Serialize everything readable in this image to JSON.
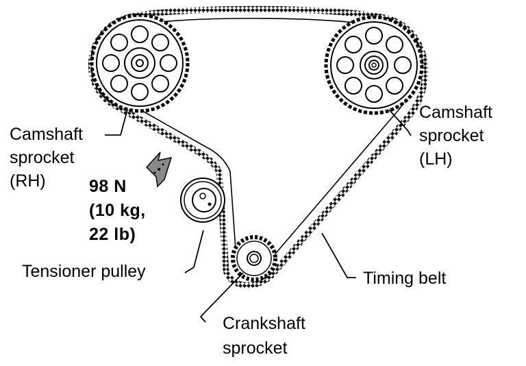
{
  "labels": {
    "camshaft_rh": [
      "Camshaft",
      "sprocket",
      "(RH)"
    ],
    "camshaft_lh": [
      "Camshaft",
      "sprocket",
      "(LH)"
    ],
    "force": [
      "98 N",
      "(10 kg,",
      "22 lb)"
    ],
    "tensioner": "Tensioner pulley",
    "timing_belt": "Timing belt",
    "crankshaft": [
      "Crankshaft",
      "sprocket"
    ]
  },
  "colors": {
    "ink": "#000000",
    "paper": "#ffffff",
    "arrow_fill": "#8a8a8a"
  },
  "icons": {
    "force_arrow": "arrow-icon"
  }
}
